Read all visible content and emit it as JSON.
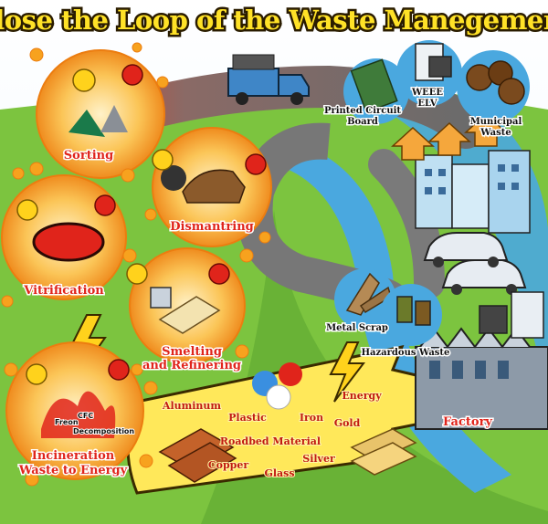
{
  "title": "Close the Loop of the Waste Manegement",
  "process_steps": {
    "sorting": "Sorting",
    "dismantring": "Dismantring",
    "vitrification": "Vitrification",
    "smelting_line1": "Smelting",
    "smelting_line2": "and Refinering",
    "incineration_line1": "Incineration",
    "incineration_line2": "Waste to Energy"
  },
  "incineration_details": {
    "freon": "Freon",
    "cfc": "CFC",
    "decomposition": "Decomposition"
  },
  "sources": {
    "printed_circuit_line1": "Printed Circuit",
    "printed_circuit_line2": "Board",
    "weee_line1": "WEEE",
    "weee_line2": "ELV",
    "municipal_line1": "Municipal",
    "municipal_line2": "Waste",
    "metal_scrap": "Metal Scrap",
    "hazardous_waste": "Hazardous Waste",
    "factory": "Factory"
  },
  "resources": {
    "aluminum": "Aluminum",
    "plastic": "Plastic",
    "iron": "Iron",
    "energy": "Energy",
    "gold": "Gold",
    "roadbed_material": "Roadbed Material",
    "silver": "Silver",
    "copper": "Copper",
    "glass": "Glass"
  },
  "colors": {
    "title_fill": "#ffe227",
    "label_red": "#e0241b",
    "grass": "#7cc43f",
    "road": "#6f6f6f",
    "river": "#4aa8df",
    "bubble": "#f7a21e",
    "resource_arrow": "#ffe85a"
  }
}
